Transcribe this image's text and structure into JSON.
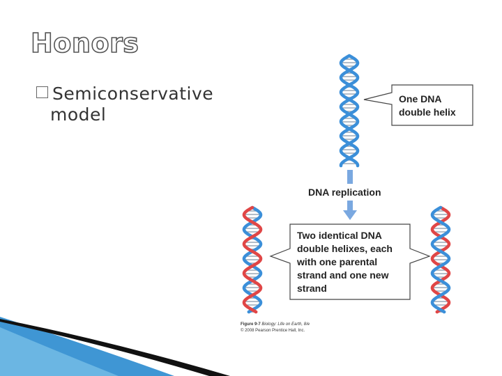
{
  "slide": {
    "title": "Honors",
    "bullet_line1": "Semiconservative",
    "bullet_line2": "model"
  },
  "diagram": {
    "label_top_line1": "One DNA",
    "label_top_line2": "double helix",
    "arrow_label": "DNA replication",
    "label_bottom_lines": [
      "Two identical DNA",
      "double helixes, each",
      "with one parental",
      "strand and one new",
      "strand"
    ]
  },
  "caption": {
    "figure_ref": "Figure 9-7",
    "book": "Biology: Life on Earth, 8/e",
    "copyright": "© 2008 Pearson Prentice Hall, Inc."
  },
  "colors": {
    "parental_strand": "#3b8fd9",
    "new_strand": "#e04646",
    "accent_swoosh": "#2a8bcf",
    "arrow": "#7aa8e0"
  }
}
